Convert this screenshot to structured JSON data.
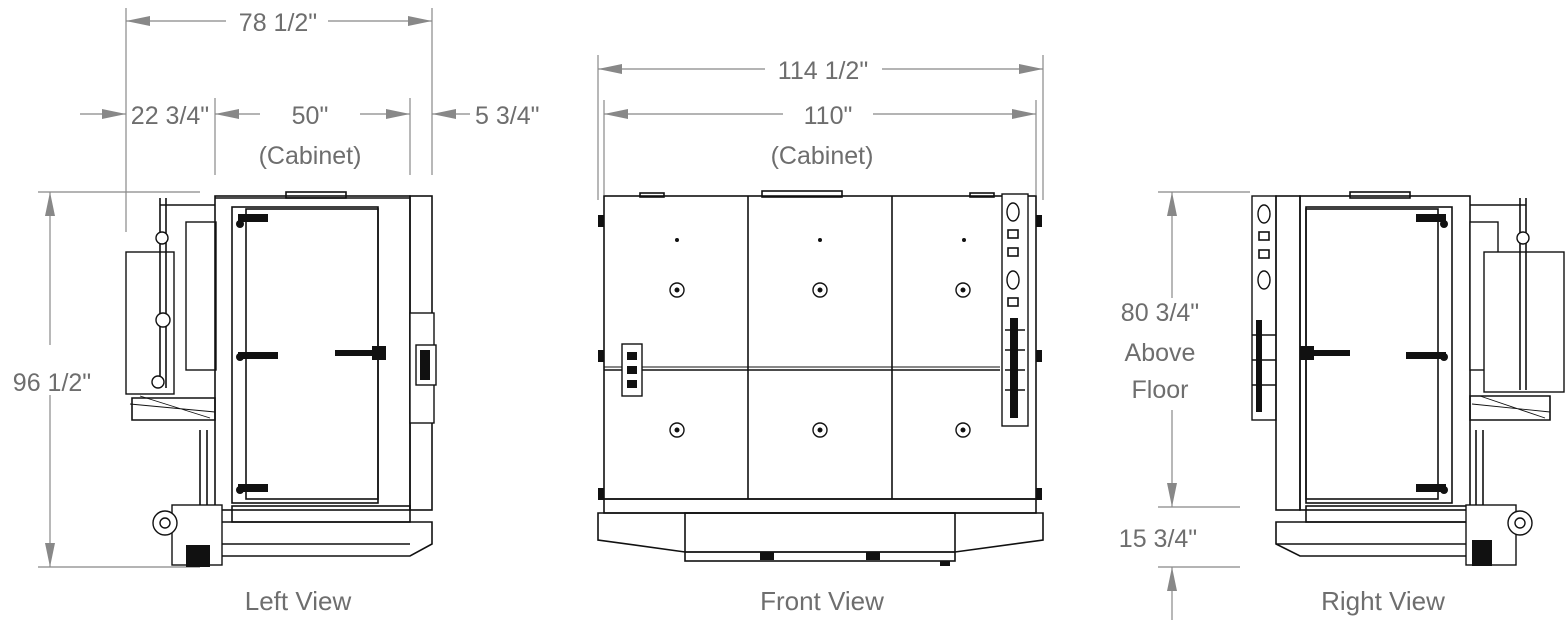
{
  "dimensions": {
    "left_overall_width": "78 1/2\"",
    "left_front_offset": "22 3/4\"",
    "left_cabinet_depth": "50\"",
    "cabinet_label": "(Cabinet)",
    "left_rear_offset": "5 3/4\"",
    "overall_height": "96 1/2\"",
    "front_overall_width": "114 1/2\"",
    "front_cabinet_width": "110\"",
    "front_cabinet_label": "(Cabinet)",
    "right_height_line1": "80 3/4\"",
    "right_height_line2": "Above",
    "right_height_line3": "Floor",
    "right_base_height": "15 3/4\""
  },
  "views": {
    "left": "Left View",
    "front": "Front View",
    "right": "Right View"
  },
  "colors": {
    "dimension_text": "#6e6e6e",
    "dimension_line": "#888888",
    "drawing": "#111111"
  }
}
